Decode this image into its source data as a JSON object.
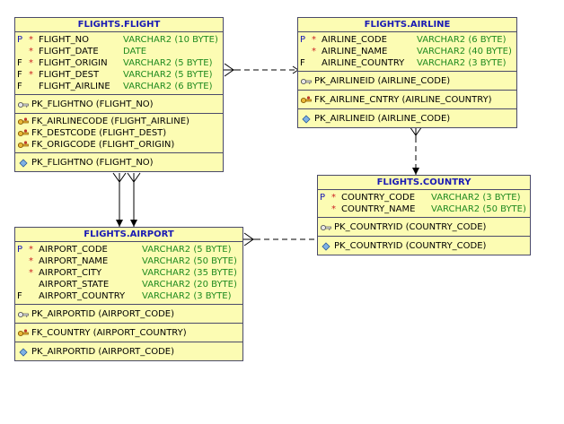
{
  "tables": {
    "flight": {
      "title": "FLIGHTS.FLIGHT",
      "columns": [
        {
          "flag": "P",
          "required": "*",
          "name": "FLIGHT_NO",
          "type": "VARCHAR2 (10 BYTE)"
        },
        {
          "flag": "",
          "required": "*",
          "name": "FLIGHT_DATE",
          "type": "DATE"
        },
        {
          "flag": "F",
          "required": "*",
          "name": "FLIGHT_ORIGIN",
          "type": "VARCHAR2 (5 BYTE)"
        },
        {
          "flag": "F",
          "required": "*",
          "name": "FLIGHT_DEST",
          "type": "VARCHAR2 (5 BYTE)"
        },
        {
          "flag": "F",
          "required": "",
          "name": "FLIGHT_AIRLINE",
          "type": "VARCHAR2 (6 BYTE)"
        }
      ],
      "pk_key": "PK_FLIGHTNO (FLIGHT_NO)",
      "fk_keys": [
        "FK_AIRLINECODE (FLIGHT_AIRLINE)",
        "FK_DESTCODE (FLIGHT_DEST)",
        "FK_ORIGCODE (FLIGHT_ORIGIN)"
      ],
      "index": "PK_FLIGHTNO (FLIGHT_NO)"
    },
    "airline": {
      "title": "FLIGHTS.AIRLINE",
      "columns": [
        {
          "flag": "P",
          "required": "*",
          "name": "AIRLINE_CODE",
          "type": "VARCHAR2 (6 BYTE)"
        },
        {
          "flag": "",
          "required": "*",
          "name": "AIRLINE_NAME",
          "type": "VARCHAR2 (40 BYTE)"
        },
        {
          "flag": "F",
          "required": "",
          "name": "AIRLINE_COUNTRY",
          "type": "VARCHAR2 (3 BYTE)"
        }
      ],
      "pk_key": "PK_AIRLINEID (AIRLINE_CODE)",
      "fk_keys": [
        "FK_AIRLINE_CNTRY (AIRLINE_COUNTRY)"
      ],
      "index": "PK_AIRLINEID (AIRLINE_CODE)"
    },
    "country": {
      "title": "FLIGHTS.COUNTRY",
      "columns": [
        {
          "flag": "P",
          "required": "*",
          "name": "COUNTRY_CODE",
          "type": "VARCHAR2 (3 BYTE)"
        },
        {
          "flag": "",
          "required": "*",
          "name": "COUNTRY_NAME",
          "type": "VARCHAR2 (50 BYTE)"
        }
      ],
      "pk_key": "PK_COUNTRYID (COUNTRY_CODE)",
      "fk_keys": [],
      "index": "PK_COUNTRYID (COUNTRY_CODE)"
    },
    "airport": {
      "title": "FLIGHTS.AIRPORT",
      "columns": [
        {
          "flag": "P",
          "required": "*",
          "name": "AIRPORT_CODE",
          "type": "VARCHAR2 (5 BYTE)"
        },
        {
          "flag": "",
          "required": "*",
          "name": "AIRPORT_NAME",
          "type": "VARCHAR2 (50 BYTE)"
        },
        {
          "flag": "",
          "required": "*",
          "name": "AIRPORT_CITY",
          "type": "VARCHAR2 (35 BYTE)"
        },
        {
          "flag": "",
          "required": "",
          "name": "AIRPORT_STATE",
          "type": "VARCHAR2 (20 BYTE)"
        },
        {
          "flag": "F",
          "required": "",
          "name": "AIRPORT_COUNTRY",
          "type": "VARCHAR2 (3 BYTE)"
        }
      ],
      "pk_key": "PK_AIRPORTID (AIRPORT_CODE)",
      "fk_keys": [
        "FK_COUNTRY (AIRPORT_COUNTRY)"
      ],
      "index": "PK_AIRPORTID (AIRPORT_CODE)"
    }
  },
  "colors": {
    "table_bg": "#fcfcb3",
    "title_text": "#1a1ab4",
    "type_text": "#1f8a1f",
    "required_marker": "#cc2222",
    "border": "#4a4a6a"
  },
  "icons": {
    "primary_key": "key-icon",
    "foreign_key": "foreign-key-icon",
    "index": "index-diamond-icon"
  }
}
